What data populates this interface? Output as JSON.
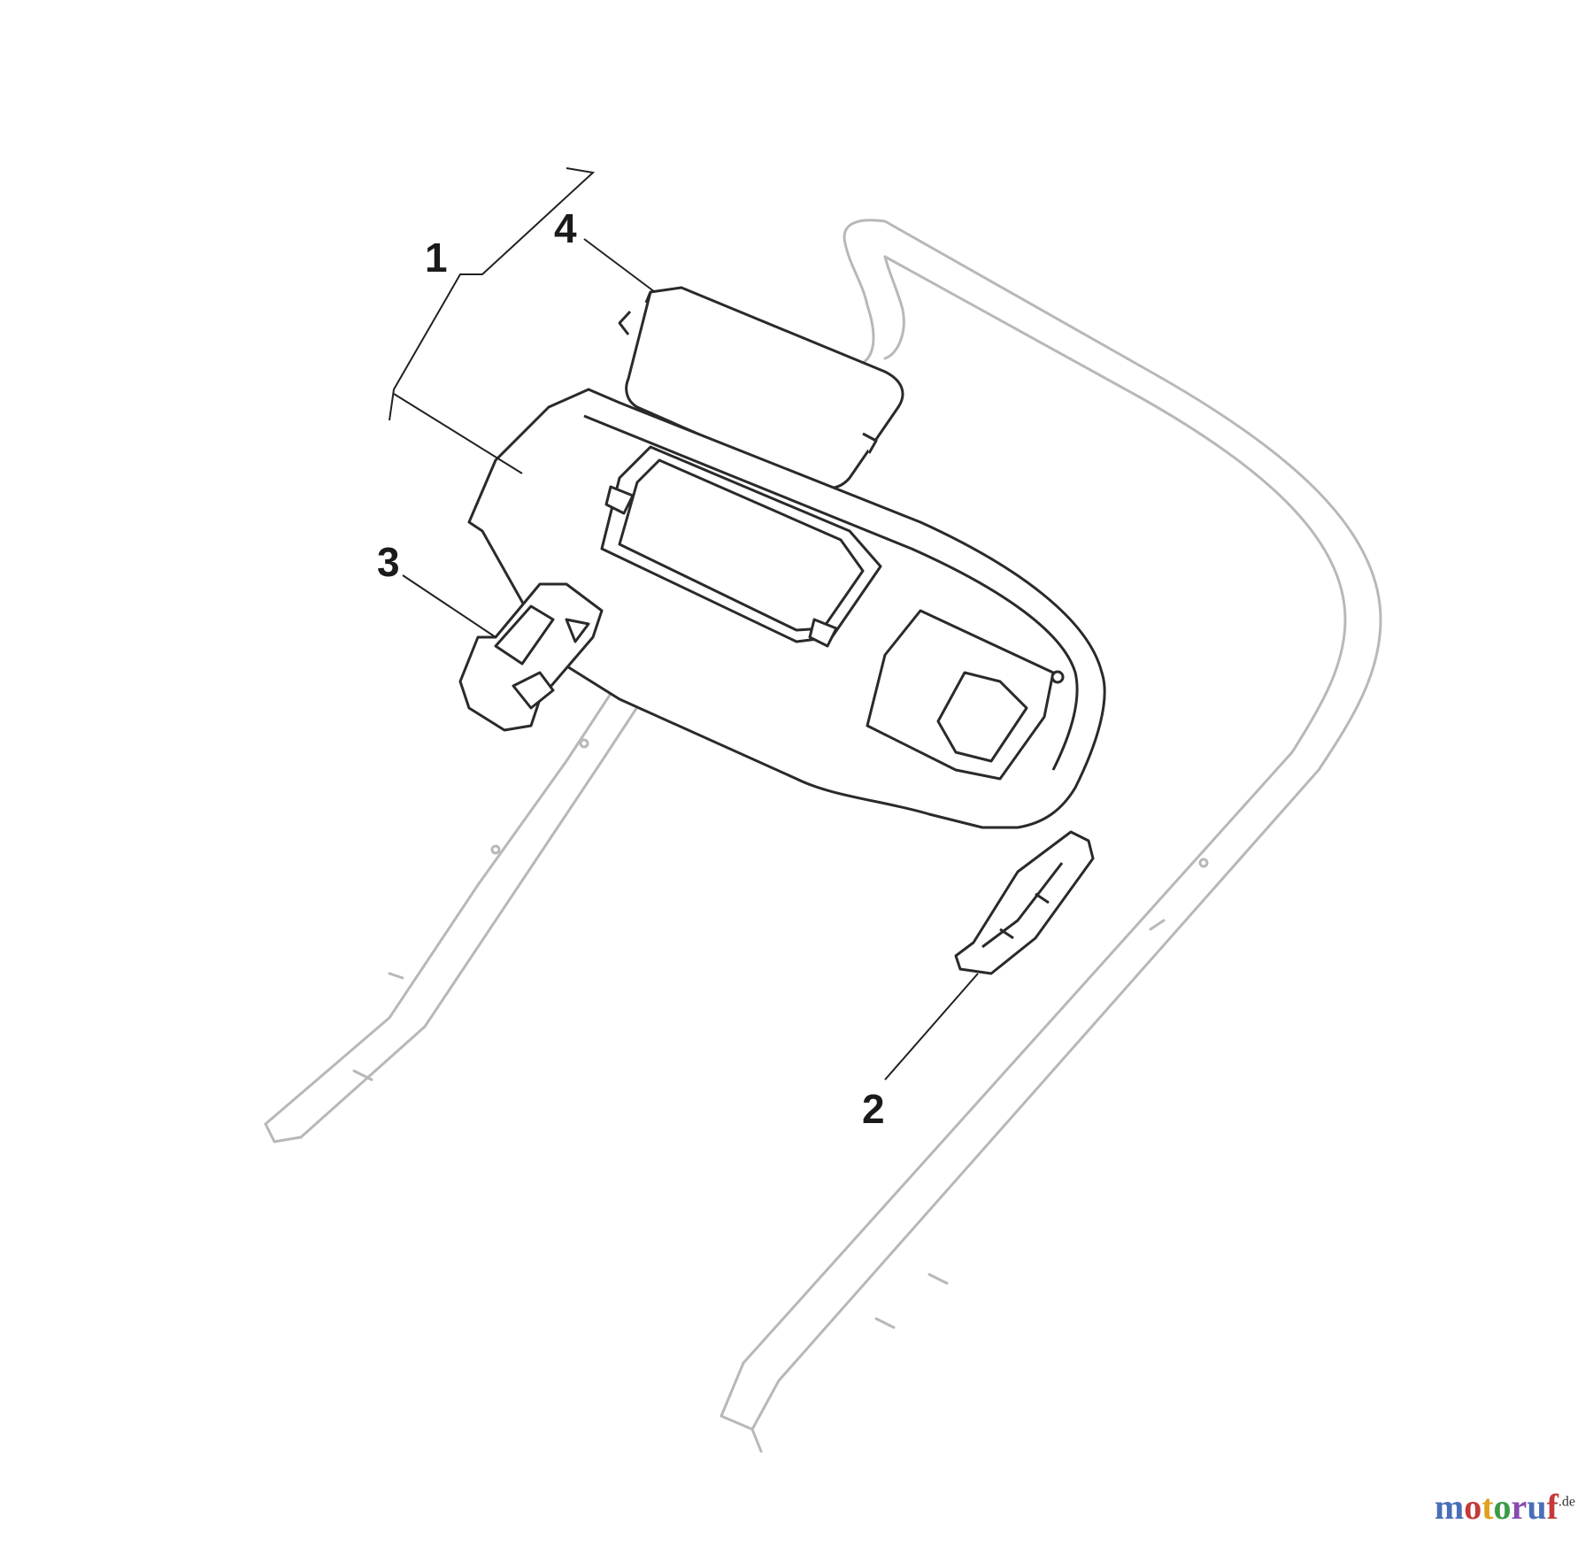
{
  "diagram": {
    "callouts": [
      {
        "id": "1",
        "label": "1"
      },
      {
        "id": "2",
        "label": "2"
      },
      {
        "id": "3",
        "label": "3"
      },
      {
        "id": "4",
        "label": "4"
      }
    ]
  },
  "watermark": {
    "brand": "motoruf",
    "tld": ".de",
    "colors": [
      "#4a6fb8",
      "#c43a3a",
      "#e0a020",
      "#3a9a4a",
      "#8a4ab0"
    ]
  },
  "colors": {
    "handle_outline": "#b8b8b8",
    "part_outline": "#2a2a2a",
    "leader_line": "#222222"
  }
}
